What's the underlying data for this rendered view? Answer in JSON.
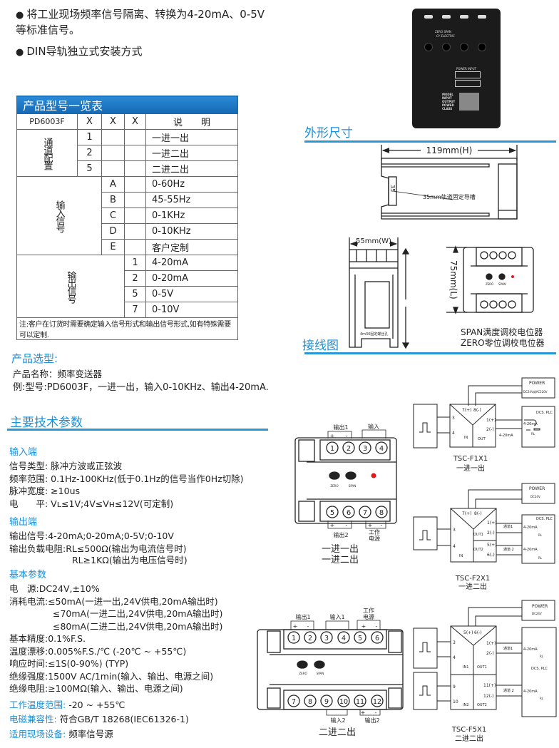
{
  "intro": {
    "bullets": [
      "将工业现场频率信号隔离、转换为4-20mA、0-5V等标准信号。",
      "DIN导轨独立式安装方式"
    ]
  },
  "photo": {
    "brand": "CY  ELECTRIC",
    "knobs": "ZERO  SPAN",
    "terminal_label": "POWER  INPUT",
    "output_label": "OUTPUT",
    "nameplate": [
      "MODEL",
      "INPUT",
      "OUTPUT",
      "POWER",
      "CLASS"
    ]
  },
  "model_table": {
    "title": "产品型号一览表",
    "header": {
      "model": "PD6003F",
      "x1": "X",
      "x2": "X",
      "x3": "X",
      "desc": "说　　明"
    },
    "channel_label": "通道配置",
    "channels": [
      {
        "code": "1",
        "desc": "一进一出"
      },
      {
        "code": "2",
        "desc": "一进二出"
      },
      {
        "code": "5",
        "desc": "二进二出"
      }
    ],
    "input_label": "输入信号",
    "inputs": [
      {
        "code": "A",
        "desc": "0-60Hz"
      },
      {
        "code": "B",
        "desc": "45-55Hz"
      },
      {
        "code": "C",
        "desc": "0-1KHz"
      },
      {
        "code": "D",
        "desc": "0-10KHz"
      },
      {
        "code": "E",
        "desc": "客户定制"
      }
    ],
    "output_label": "输出信号",
    "outputs": [
      {
        "code": "1",
        "desc": "4-20mA"
      },
      {
        "code": "2",
        "desc": "0-20mA"
      },
      {
        "code": "5",
        "desc": "0-5V"
      },
      {
        "code": "7",
        "desc": "0-10V"
      }
    ],
    "note": "注:客户在订货时需要确定输入信号形式和输出信号形式,如有特殊需要可以定制."
  },
  "selection": {
    "title": "产品选型:",
    "name": "产品名称：频率变送器",
    "example": "例:型号:PD6003F，一进一出，输入0-10KHz、输出4-20mA."
  },
  "specs": {
    "title": "主要技术参数",
    "input": {
      "title": "输入端",
      "lines": [
        "信号类型: 脉冲方波或正弦波",
        "频率范围:  0.1Hz-100KHz(低于0.1Hz的信号当作0Hz切除)",
        "脉冲宽度:  ≥10us",
        "电　　平:  Vʟ≤1V;4V≤Vʜ≤12V(可定制)"
      ]
    },
    "output": {
      "title": "输出端",
      "lines": [
        "输出信号:4-20mA;0-20mA;0-5V;0-10V",
        "输出负载电阻:RL≤500Ω(输出为电流信号时)",
        "RL≥1KΩ(输出为电压信号时)"
      ]
    },
    "basic": {
      "title": "基本参数",
      "lines": [
        "电　源:DC24V,±10%",
        "消耗电流:≤50mA(一进一出,24V供电,20mA输出时)",
        "≤70mA(一进二出,24V供电,20mA输出时)",
        "≤80mA(二进二出,24V供电,20mA输出时)",
        "基本精度:0.1%F.S.",
        "温度漂移:0.005%F.S./℃  (-20℃ ~ +55℃)",
        "响应时间:≤1S(0-90%) (TYP)",
        "绝缘强度:1500V AC/1min(输入、输出、电源之间)",
        "绝缘电阻:≥100MΩ(输入、输出、电源之间)"
      ]
    },
    "work_temp": {
      "label": "工作温度范围:",
      "value": " -20 ~ +55℃"
    },
    "emc": {
      "label": "电磁兼容性:",
      "value": " 符合GB/T 18268(IEC61326-1)"
    },
    "application": {
      "label": "适用现场设备:",
      "value": " 频率信号源"
    }
  },
  "dimensions": {
    "title": "外形尺寸",
    "h_label": "119mm(H)",
    "rail_num": "35",
    "rail_label": "35mm轨道固定导槽",
    "w_label": "55mm(W)",
    "screw_label": "4m30固定螺丝孔",
    "l_label": "75mm(L)",
    "zero": "ZERO",
    "span": "SPAN",
    "span_note": "SPAN满度调校电位器",
    "zero_note": "ZERO零位调校电位器"
  },
  "wiring": {
    "title": "接线图",
    "module1": {
      "top_terms": [
        "1",
        "2",
        "3",
        "4"
      ],
      "bottom_terms": [
        "5",
        "6",
        "7",
        "8"
      ],
      "out1": "输出1",
      "input": "输入",
      "out2": "输出2",
      "power": [
        "工作",
        "电源"
      ],
      "plus": "+",
      "minus": "-",
      "caption1": "一进一出",
      "caption2": "一进二出"
    },
    "module2": {
      "top_terms": [
        "1",
        "2",
        "3",
        "4",
        "5",
        "6"
      ],
      "bottom_terms": [
        "7",
        "8",
        "9",
        "10",
        "11",
        "12"
      ],
      "out1": "输出1",
      "in1": "输入1",
      "power": [
        "工作",
        "电源"
      ],
      "in2": "输入2",
      "out2": "输出2",
      "caption": "二进二出"
    },
    "f1x1": {
      "pwr_pos": "7(+)",
      "pwr_neg": "8(-)",
      "in_a": "3",
      "in_b": "4",
      "out_pos": "1(+)",
      "out_neg": "2(-)",
      "in": "IN",
      "out": "OUT",
      "power": "POWER",
      "power_spec": "DC24V或AC220V",
      "dcs": "DCS. PLC",
      "ma": "4-20mA",
      "wire_ma": "4-20mA",
      "rl": "RL",
      "model": "TSC-F1X1",
      "caption": "一进一出"
    },
    "f2x1": {
      "pwr_pos": "7(+)",
      "pwr_neg": "8(-)",
      "in_a": "3",
      "in_b": "4",
      "o1p": "1(+)",
      "o1n": "2(-)",
      "o2p": "5(+)",
      "o2n": "6(-)",
      "in": "IN",
      "out1": "OUT1",
      "out2": "OUT2",
      "power": "POWER",
      "power_spec": "DC24V",
      "dcs": "DCS. PLC",
      "ch1": "通道1",
      "ch2": "通道 2",
      "ma": "4-20mA",
      "rl": "RL",
      "model": "TSC-F2X1",
      "caption": "一进二出"
    },
    "f5x1": {
      "pwr_pos": "5(+)",
      "pwr_neg": "6(-)",
      "in1a": "3",
      "in1b": "4",
      "in2a": "9",
      "in2b": "10",
      "o1p": "1(+)",
      "o1n": "2(-)",
      "o2p": "11(+)",
      "o2n": "12(-)",
      "in1": "IN1",
      "in2": "IN2",
      "out1": "OUT1",
      "out2": "OUT2",
      "power": "POWER",
      "power_spec": "DC24V",
      "dcs": "DCS. PLC",
      "ch1": "通道1",
      "ch2": "通道 2",
      "ma": "4-20mA",
      "rl": "RL",
      "model": "TSC-F5X1",
      "caption": "二进二出"
    }
  },
  "colors": {
    "accent": "#1b8fd8",
    "table_header": "#1a78c2",
    "led": "#e01818"
  }
}
